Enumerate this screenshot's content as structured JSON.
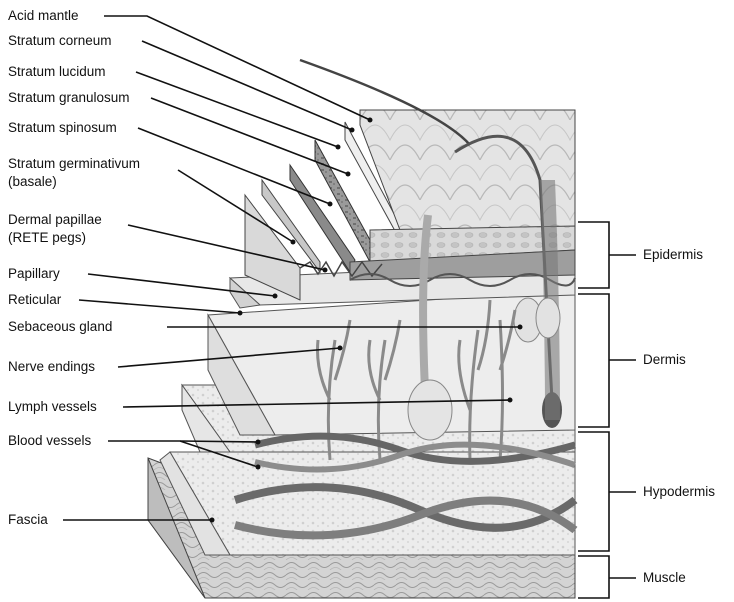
{
  "left_labels": {
    "acid_mantle": "Acid mantle",
    "stratum_corneum": "Stratum corneum",
    "stratum_lucidum": "Stratum lucidum",
    "stratum_granulosum": "Stratum granulosum",
    "stratum_spinosum": "Stratum spinosum",
    "stratum_germinativum_1": "Stratum germinativum",
    "stratum_germinativum_2": "(basale)",
    "dermal_papillae_1": "Dermal papillae",
    "dermal_papillae_2": "(RETE pegs)",
    "papillary": "Papillary",
    "reticular": "Reticular",
    "sebaceous_gland": "Sebaceous gland",
    "nerve_endings": "Nerve endings",
    "lymph_vessels": "Lymph vessels",
    "blood_vessels": "Blood vessels",
    "fascia": "Fascia"
  },
  "right_labels": {
    "epidermis": "Epidermis",
    "dermis": "Dermis",
    "hypodermis": "Hypodermis",
    "muscle": "Muscle"
  }
}
